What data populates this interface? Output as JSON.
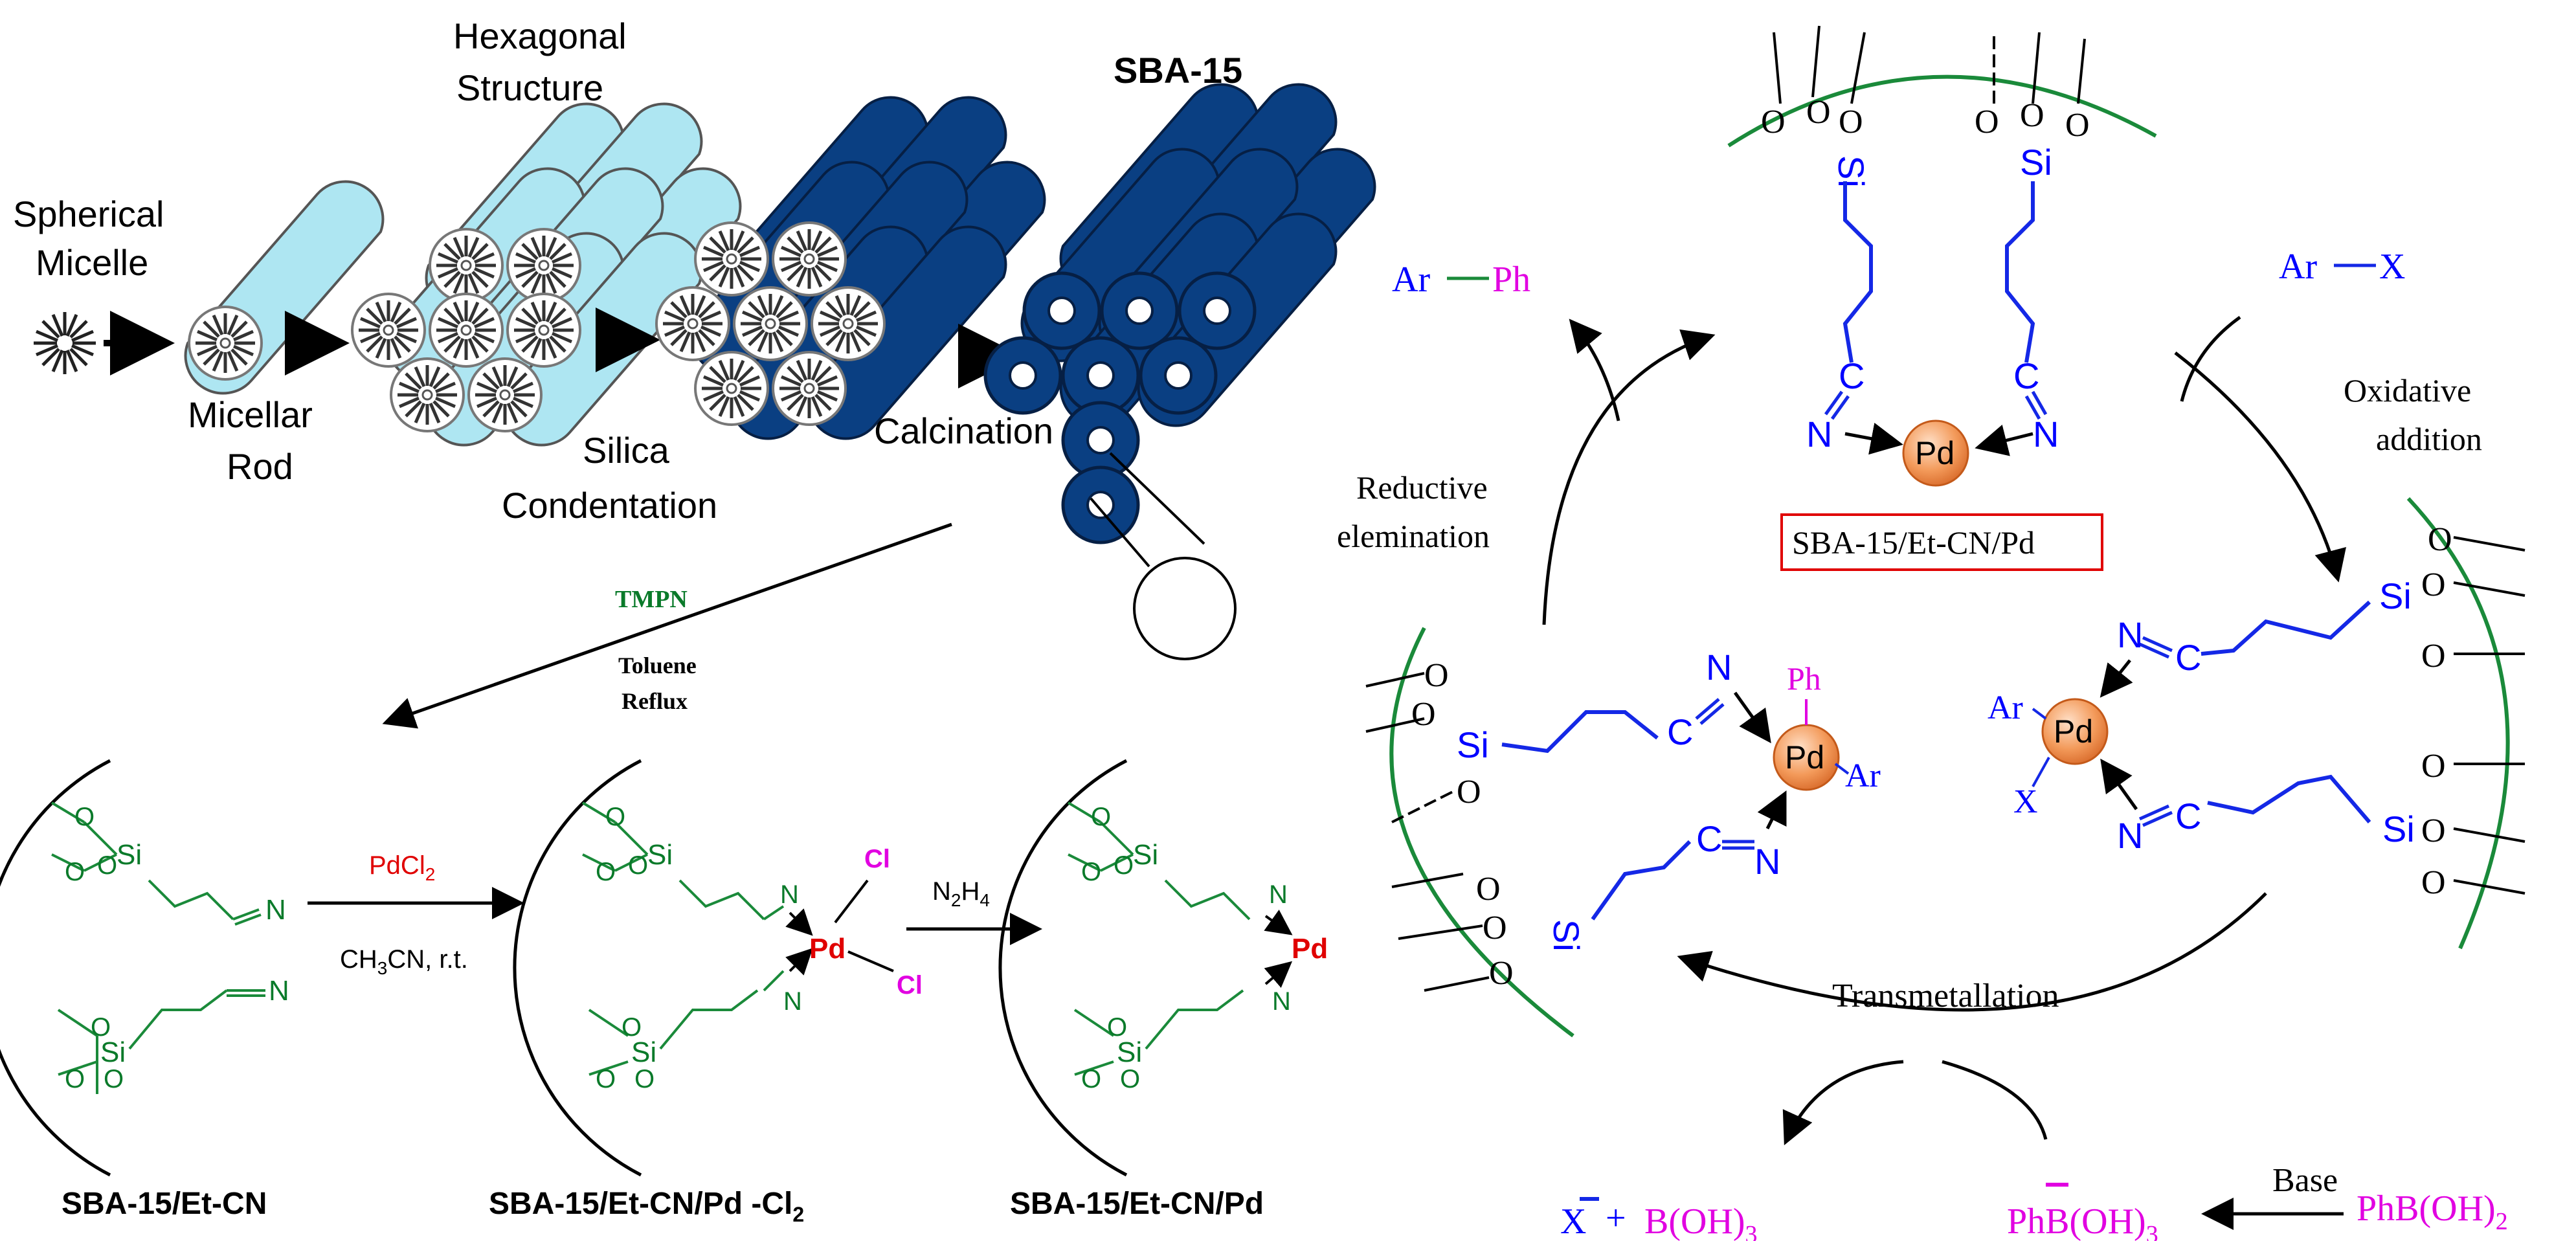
{
  "synthesis": {
    "spherical_micelle": [
      "Spherical",
      "Micelle"
    ],
    "micellar_rod": [
      "Micellar",
      "Rod"
    ],
    "hexagonal_structure": [
      "Hexagonal",
      "Structure"
    ],
    "silica_condensation": [
      "Silica",
      "Condentation"
    ],
    "calcination": "Calcination",
    "sba15": "SBA-15",
    "reagent": "TMPN",
    "conditions": [
      "Toluene",
      "Reflux"
    ],
    "pdcl2": "PdCl",
    "pdcl2_sub": "2",
    "solvent": "CH",
    "solvent_sub": "3",
    "solvent_rest": "CN, r.t.",
    "reductant": "N",
    "reductant_sub1": "2",
    "reductant_mid": "H",
    "reductant_sub2": "4",
    "label_1": "SBA-15/Et-CN",
    "label_2": "SBA-15/Et-CN/Pd -Cl",
    "label_2_sub": "2",
    "label_3": "SBA-15/Et-CN/Pd",
    "si": "Si",
    "n": "N",
    "pd": "Pd",
    "cl": "Cl"
  },
  "cycle": {
    "catalyst_label": "SBA-15/Et-CN/Pd",
    "product": [
      "Ar",
      "Ph"
    ],
    "substrate": [
      "Ar",
      "X"
    ],
    "oxidative_addition": [
      "Oxidative",
      "addition"
    ],
    "reductive_elimination": [
      "Reductive",
      "elemination"
    ],
    "transmetallation": "Transmetallation",
    "base": "Base",
    "byproduct_x": "X",
    "plus": "+",
    "boric_acid": "B(OH)",
    "boric_acid_sub": "3",
    "borate": "PhB(OH)",
    "borate_sub": "3",
    "boronic_acid": "PhB(OH)",
    "boronic_acid_sub": "2",
    "pd": "Pd",
    "si": "Si",
    "n": "N",
    "c": "C",
    "ar": "Ar",
    "ph": "Ph",
    "x": "X"
  },
  "colors": {
    "rod_light": "#aee6f2",
    "rod_dark": "#0a3f82",
    "chain_green": "#1a8a3a",
    "chain_blue": "#1428e6",
    "pd_orange": "#f39a5a",
    "magenta": "#e100e1"
  }
}
